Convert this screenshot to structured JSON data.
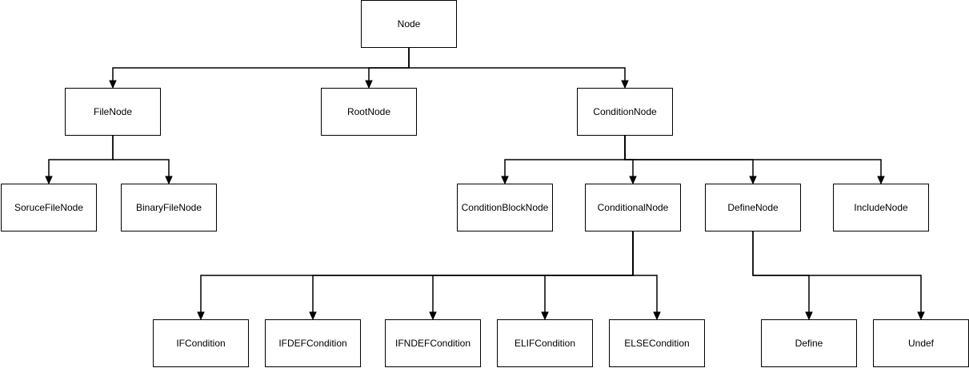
{
  "diagram": {
    "nodes": {
      "node": "Node",
      "filenode": "FileNode",
      "rootnode": "RootNode",
      "conditionnode": "ConditionNode",
      "sourcefilenode": "SoruceFileNode",
      "binaryfilenode": "BinaryFileNode",
      "conditionblocknode": "ConditionBlockNode",
      "conditionalnode": "ConditionalNode",
      "definenode": "DefineNode",
      "includenode": "IncludeNode",
      "ifcondition": "IFCondition",
      "ifdefcondition": "IFDEFCondition",
      "ifndefcondition": "IFNDEFCondition",
      "elifcondition": "ELIFCondition",
      "elsecondition": "ELSECondition",
      "define": "Define",
      "undef": "Undef"
    },
    "edges": [
      [
        "node",
        "filenode"
      ],
      [
        "node",
        "rootnode"
      ],
      [
        "node",
        "conditionnode"
      ],
      [
        "filenode",
        "sourcefilenode"
      ],
      [
        "filenode",
        "binaryfilenode"
      ],
      [
        "conditionnode",
        "conditionblocknode"
      ],
      [
        "conditionnode",
        "conditionalnode"
      ],
      [
        "conditionnode",
        "definenode"
      ],
      [
        "conditionnode",
        "includenode"
      ],
      [
        "conditionalnode",
        "ifcondition"
      ],
      [
        "conditionalnode",
        "ifdefcondition"
      ],
      [
        "conditionalnode",
        "ifndefcondition"
      ],
      [
        "conditionalnode",
        "elifcondition"
      ],
      [
        "conditionalnode",
        "elsecondition"
      ],
      [
        "definenode",
        "define"
      ],
      [
        "definenode",
        "undef"
      ]
    ],
    "line_color": "#000000",
    "box_border_color": "#000000",
    "background_color": "#ffffff"
  }
}
